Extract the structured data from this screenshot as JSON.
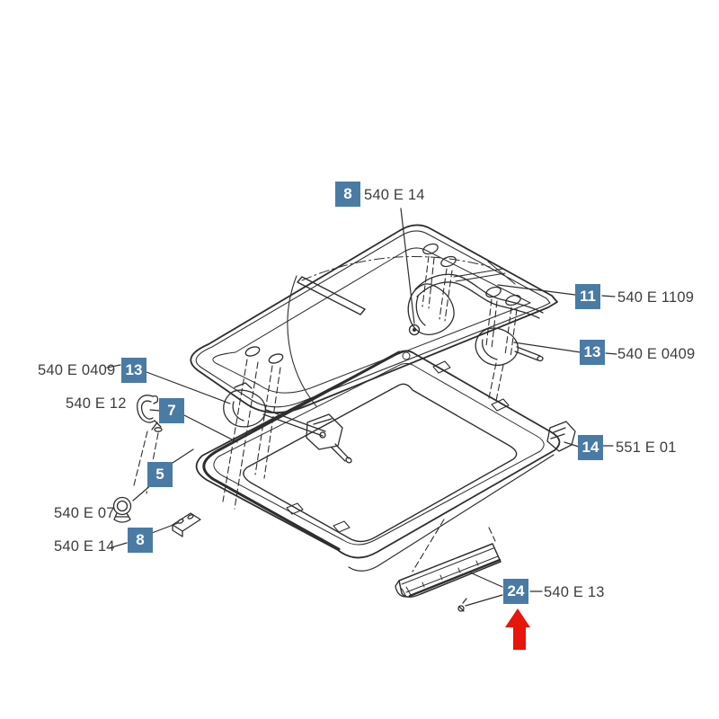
{
  "diagram": {
    "kind": "exploded parts diagram",
    "subject": "roof hatch assembly",
    "colors": {
      "badge_bg": "#4a7ba4",
      "badge_text": "#ffffff",
      "label_text": "#3d3d3d",
      "line": "#2e2e2e",
      "arrow": "#e8150a",
      "background": "#ffffff"
    },
    "callouts": [
      {
        "id": "8-top",
        "num": "8",
        "part": "540 E 14"
      },
      {
        "id": "11-right",
        "num": "11",
        "part": "540 E 1109"
      },
      {
        "id": "13-right",
        "num": "13",
        "part": "540 E 0409"
      },
      {
        "id": "13-left",
        "num": "13",
        "part": "540 E 0409"
      },
      {
        "id": "7-left",
        "num": "7",
        "part": "540 E 12"
      },
      {
        "id": "5-left",
        "num": "5",
        "part": "540 E 07"
      },
      {
        "id": "8-left",
        "num": "8",
        "part": "540 E 14"
      },
      {
        "id": "14-right",
        "num": "14",
        "part": "551 E 01"
      },
      {
        "id": "24-bottom",
        "num": "24",
        "part": "540 E 13"
      }
    ],
    "highlight": {
      "icon": "red-arrow-up",
      "points_at_callout_num": "24",
      "color": "#e8150a"
    }
  }
}
